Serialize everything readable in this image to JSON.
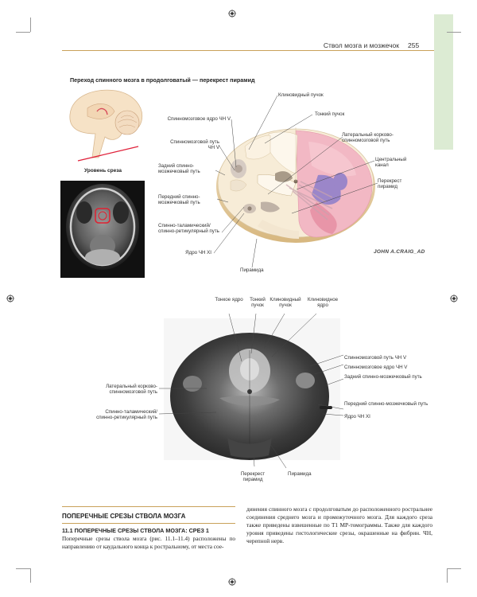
{
  "header": {
    "running_title": "Ствол мозга и мозжечок",
    "page_number": "255"
  },
  "figure_top": {
    "title": "Переход спинного мозга в продолговатый — перекрест пирамид",
    "level_label": "Уровень среза",
    "signature": "JOHN A.CRAIG_AD",
    "labels": {
      "klinovidny": "Клиновидный пучок",
      "tonky": "Тонкий пучок",
      "sm_yadro_v": "Спинномозговое ядро ЧН V",
      "sm_put_v": "Спинномозговой путь ЧН V",
      "lateral_kortiko": "Латеральный корково-спинномозговой путь",
      "zadny_sm": "Задний спинно-мозжечковый путь",
      "centralny": "Центральный канал",
      "perekrest": "Перекрест пирамид",
      "peredny_sm": "Передний спинно-мозжечковый путь",
      "spino_tal": "Спинно-таламический/ спинно-ретикулярный путь",
      "yadro_xi": "Ядро ЧН XI",
      "piramida": "Пирамида"
    }
  },
  "figure_bottom": {
    "labels": {
      "tonkoe_yadro": "Тонкое ядро",
      "tonky_puchok": "Тонкий пучок",
      "klin_puchok": "Клиновидный пучок",
      "klin_yadro": "Клиновидное ядро",
      "sm_put_v": "Спинномозговой путь ЧН V",
      "sm_yadro_v": "Спинномозговое ядро ЧН V",
      "zadny_sm": "Задний спинно-мозжечковый путь",
      "lateral_kortiko": "Латеральный корково-спинномозговой путь",
      "spino_tal": "Спинно-таламический/ спинно-ретикулярный путь",
      "peredny_sm": "Передний спинно-мозжечковый путь",
      "yadro_xi": "Ядро ЧН XI",
      "perekrest": "Перекрест пирамид",
      "piramida": "Пирамида"
    }
  },
  "section": {
    "heading": "ПОПЕРЕЧНЫЕ СРЕЗЫ СТВОЛА МОЗГА",
    "subheading": "11.1 ПОПЕРЕЧНЫЕ СРЕЗЫ СТВОЛА МОЗГА: СРЕЗ 1",
    "left_col": "Поперечные срезы ствола мозга (рис. 11.1–11.4) расположены по направлению от каудального конца к ростральному, от места сое-",
    "right_col": "динения спинного мозга с продолговатым до расположенного ростральнее соединения среднего мозга и промежуточного мозга. Для каждого среза также приведены взвешенные по T1 МР-томограммы. Также для каждого уровня приведены гистологические срезы, окрашенные на фибрин. ЧН, черепной нерв."
  },
  "colors": {
    "accent_gold": "#c9a15a",
    "side_tab": "#dcebd3",
    "cord_cream": "#f7ecd7",
    "pyramid_pink": "#f2b8c4",
    "tract_purple": "#9b86c9"
  }
}
